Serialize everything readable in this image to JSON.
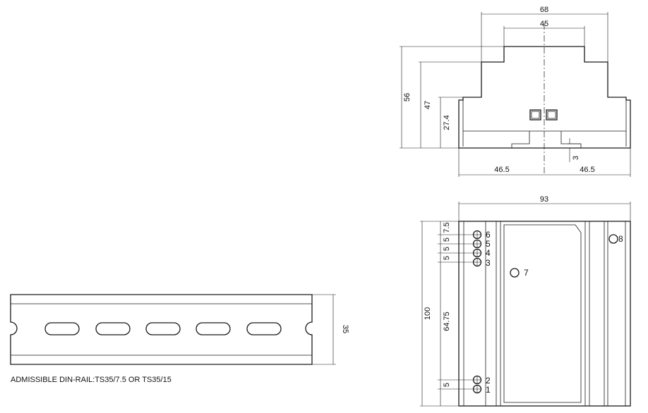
{
  "front_view": {
    "width_overall": "68",
    "width_top": "45",
    "height_overall": "56",
    "height_middle": "47",
    "height_base": "27.4",
    "rail_clip": "3",
    "half_left": "46.5",
    "half_right": "46.5"
  },
  "din_rail": {
    "height": "35",
    "note": "ADMISSIBLE DIN-RAIL:TS35/7.5 OR TS35/15"
  },
  "top_view": {
    "width": "93",
    "height": "100",
    "pitch_first": "7.5",
    "pitch": "5",
    "pitch_gap": "64.75",
    "pitch_bottom": "5",
    "terminals": [
      "6",
      "5",
      "4",
      "3",
      "2",
      "1"
    ],
    "led_label": "7",
    "pot_label": "8"
  }
}
